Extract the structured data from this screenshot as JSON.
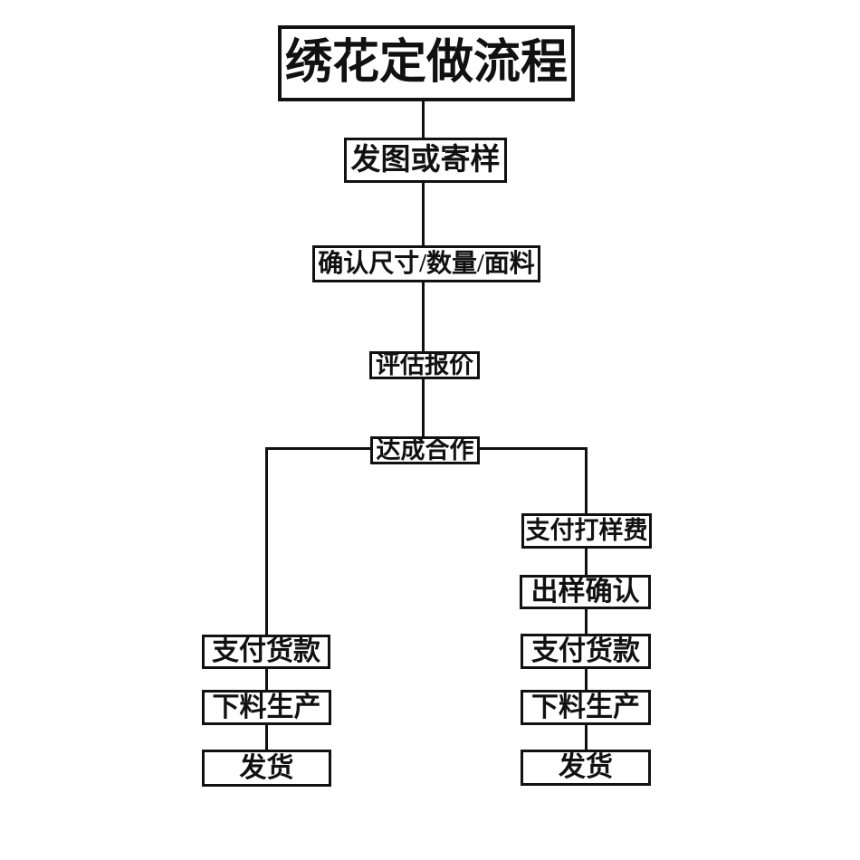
{
  "page": {
    "background_color": "#ffffff",
    "line_color": "#111111",
    "text_color": "#111111"
  },
  "flowchart": {
    "title": "绣花定做流程",
    "main_steps": {
      "send_art_or_sample": "发图或寄样",
      "confirm_size_qty_fabric": "确认尺寸/数量/面料",
      "evaluate_quote": "评估报价",
      "reach_cooperation": "达成合作"
    },
    "left_branch": {
      "pay_balance": "支付货款",
      "cut_and_produce": "下料生产",
      "ship": "发货"
    },
    "right_branch": {
      "pay_sampling_fee": "支付打样费",
      "sample_confirmation": "出样确认",
      "pay_balance": "支付货款",
      "cut_and_produce": "下料生产",
      "ship": "发货"
    }
  }
}
